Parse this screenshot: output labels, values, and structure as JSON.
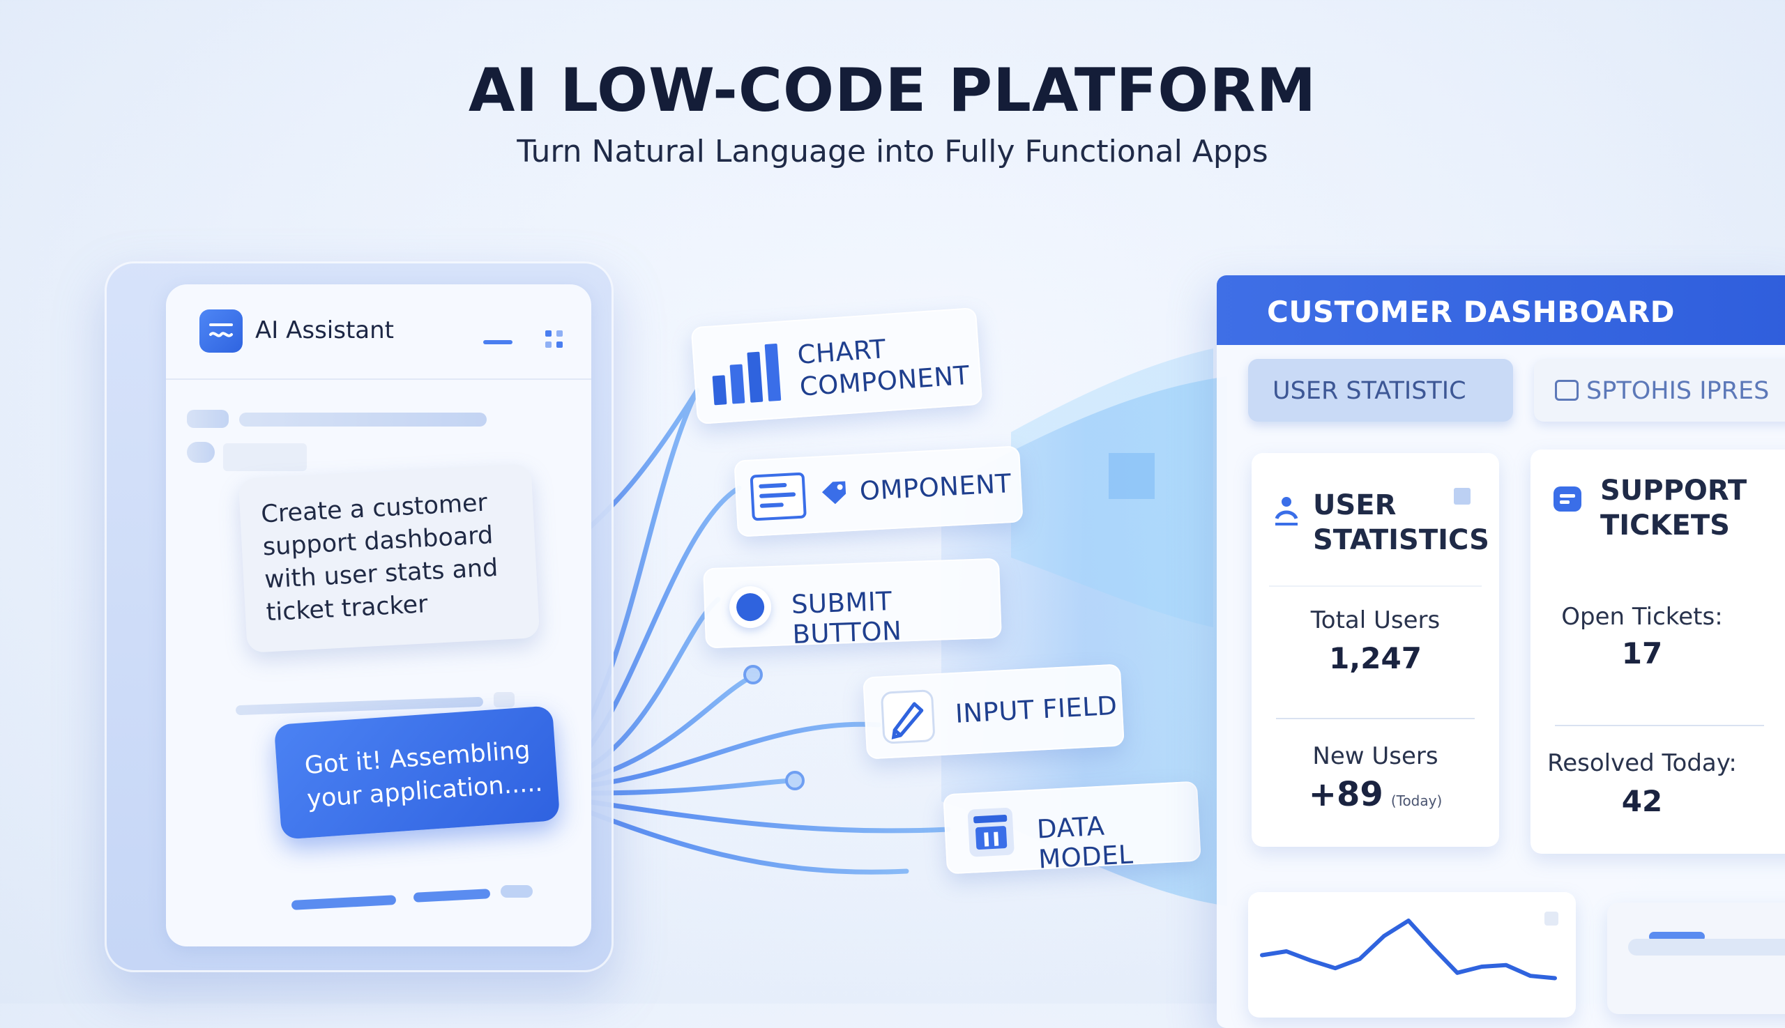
{
  "header": {
    "title": "AI LOW-CODE PLATFORM",
    "subtitle": "Turn Natural Language into Fully Functional Apps"
  },
  "assistant": {
    "title": "AI Assistant",
    "user_message": "Create a customer support dashboard with user stats and ticket tracker",
    "ai_message": "Got it! Assembling your application....."
  },
  "components": {
    "chart": "CHART COMPONENT",
    "form": "OMPONENT",
    "submit": "SUBMIT BUTTON",
    "input": "INPUT FIELD",
    "data_model": "DATA MODEL"
  },
  "dashboard": {
    "title": "CUSTOMER DASHBOARD",
    "tabs": [
      "USER STATISTIC",
      "SPTOHIS IPRES"
    ],
    "user_stats": {
      "title": "USER STATISTICS",
      "total_label": "Total Users",
      "total_value": "1,247",
      "new_label": "New Users",
      "new_value": "+89",
      "new_suffix": "(Today)"
    },
    "support_tickets": {
      "title": "SUPPORT TICKETS",
      "open_label": "Open Tickets:",
      "open_value": "17",
      "resolved_label": "Resolved Today:",
      "resolved_value": "42"
    },
    "trend_line": [
      0.55,
      0.5,
      0.62,
      0.72,
      0.6,
      0.3,
      0.1,
      0.45,
      0.78,
      0.7,
      0.68,
      0.82,
      0.85
    ]
  },
  "colors": {
    "accent": "#3a6ee8",
    "ribbon": "#5b95f2",
    "dark_text": "#141d38"
  }
}
